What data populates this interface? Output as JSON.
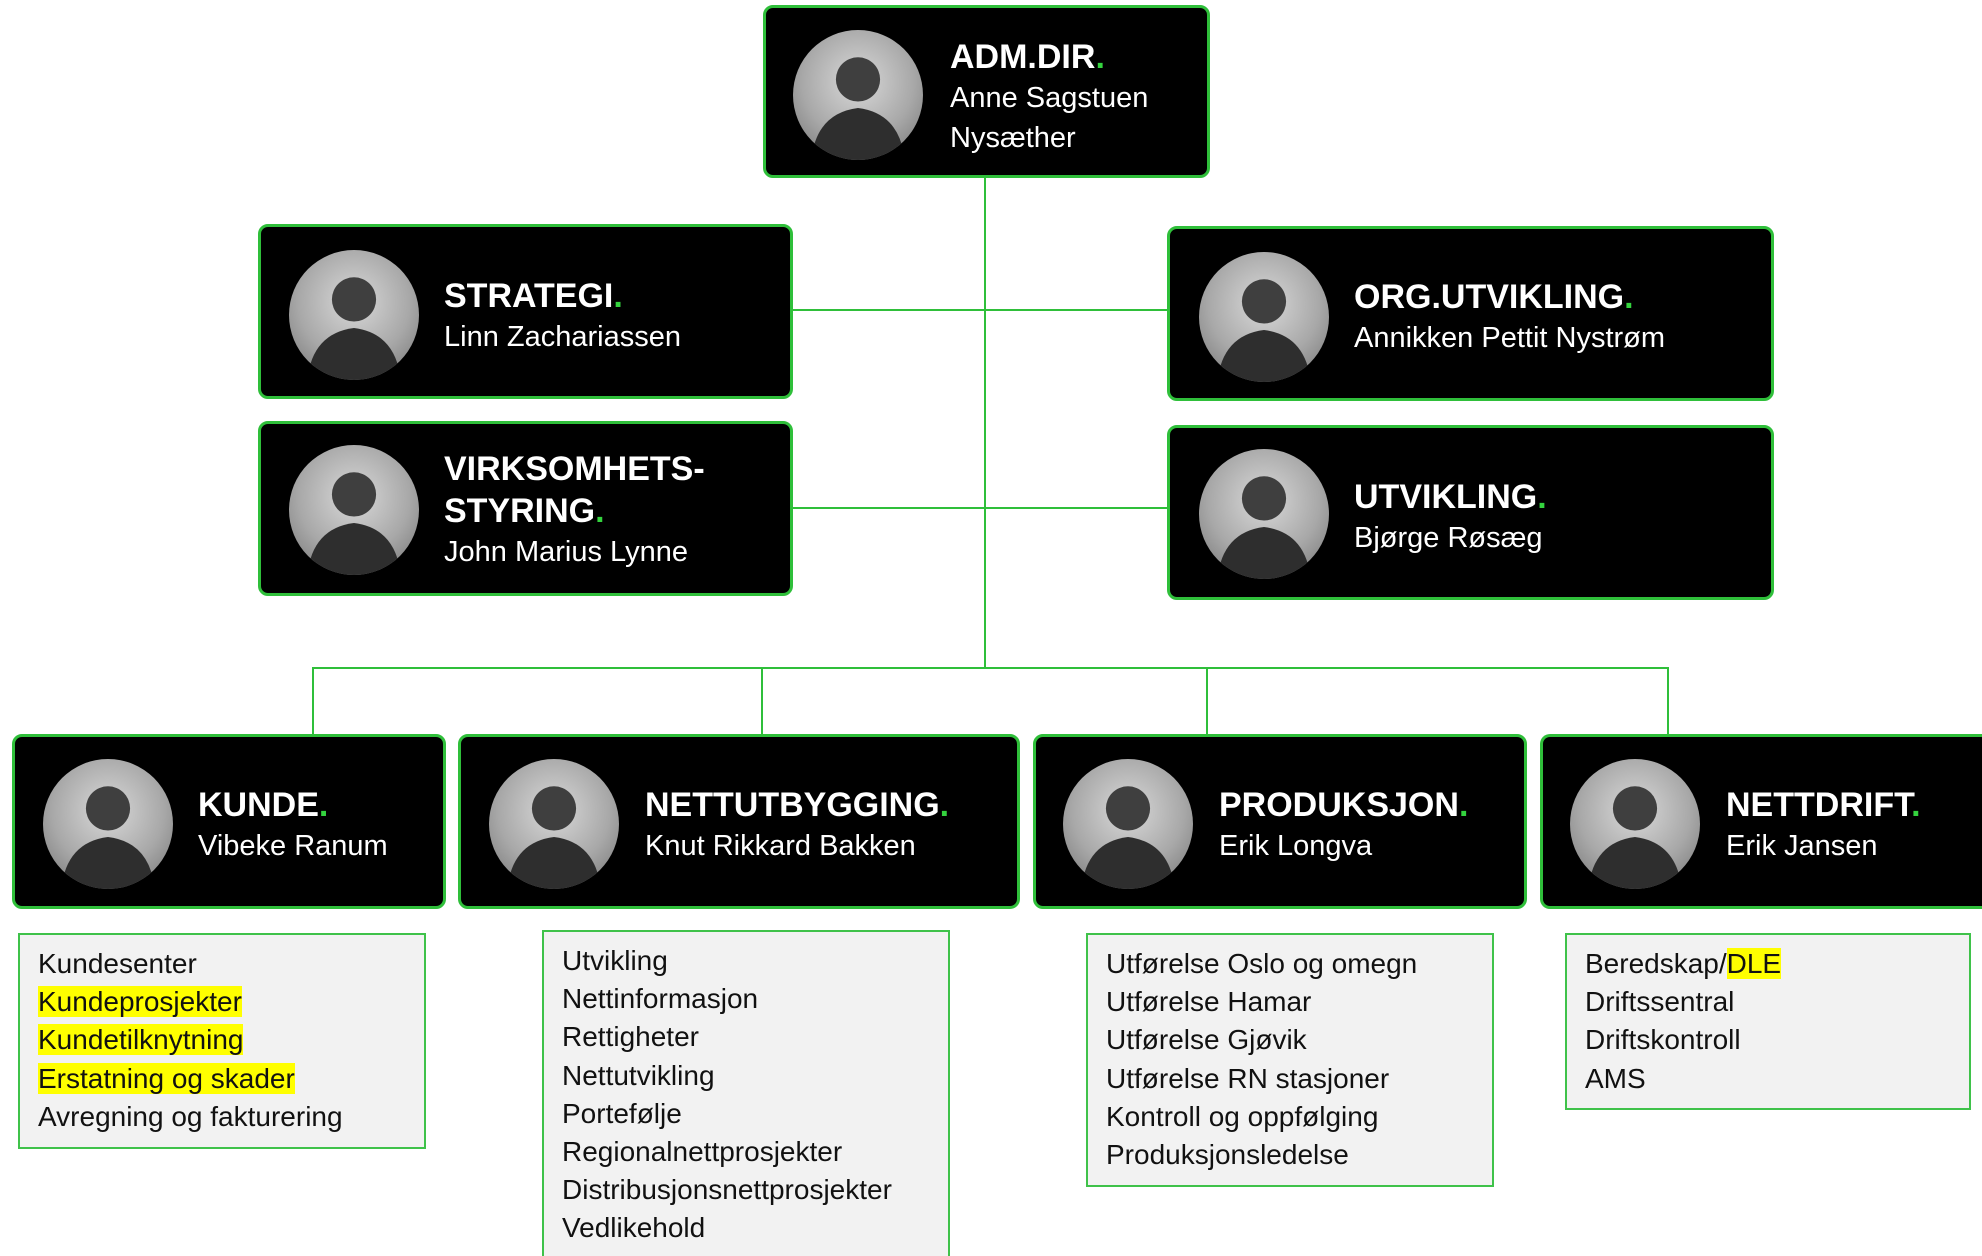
{
  "colors": {
    "accent": "#2fbf3a",
    "box_bg": "#000000",
    "list_bg": "#f2f2f2",
    "highlight": "#ffff00"
  },
  "icons": {
    "portrait": "person-photo-icon"
  },
  "ceo": {
    "title": "ADM.DIR",
    "name_line1": "Anne Sagstuen",
    "name_line2": "Nysæther"
  },
  "staff": {
    "strategi": {
      "title": "STRATEGI",
      "name": "Linn Zachariassen"
    },
    "virksomhet": {
      "title_line1": "VIRKSOMHETS-",
      "title_line2": "STYRING",
      "name": "John Marius Lynne"
    },
    "org": {
      "title": "ORG.UTVIKLING",
      "name": "Annikken Pettit Nystrøm"
    },
    "utvikling": {
      "title": "UTVIKLING",
      "name": "Bjørge Røsæg"
    }
  },
  "divisions": {
    "kunde": {
      "title": "KUNDE",
      "name": "Vibeke Ranum",
      "items": [
        "Kundesenter",
        "Kundeprosjekter",
        "Kundetilknytning",
        "Erstatning og skader",
        "Avregning og fakturering"
      ]
    },
    "nettutbygging": {
      "title": "NETTUTBYGGING",
      "name": "Knut Rikkard Bakken",
      "items": [
        "Utvikling",
        "Nettinformasjon",
        "Rettigheter",
        "Nettutvikling",
        "Portefølje",
        "Regionalnettprosjekter",
        "Distribusjonsnettprosjekter",
        "Vedlikehold"
      ]
    },
    "produksjon": {
      "title": "PRODUKSJON",
      "name": "Erik Longva",
      "items": [
        "Utførelse Oslo og omegn",
        "Utførelse Hamar",
        "Utførelse Gjøvik",
        "Utførelse RN stasjoner",
        "Kontroll og oppfølging",
        "Produksjonsledelse"
      ]
    },
    "nettdrift": {
      "title": "NETTDRIFT",
      "name": "Erik Jansen",
      "items": [
        "Beredskap/",
        "DLE",
        "Driftssentral",
        "Driftskontroll",
        "AMS"
      ]
    }
  }
}
